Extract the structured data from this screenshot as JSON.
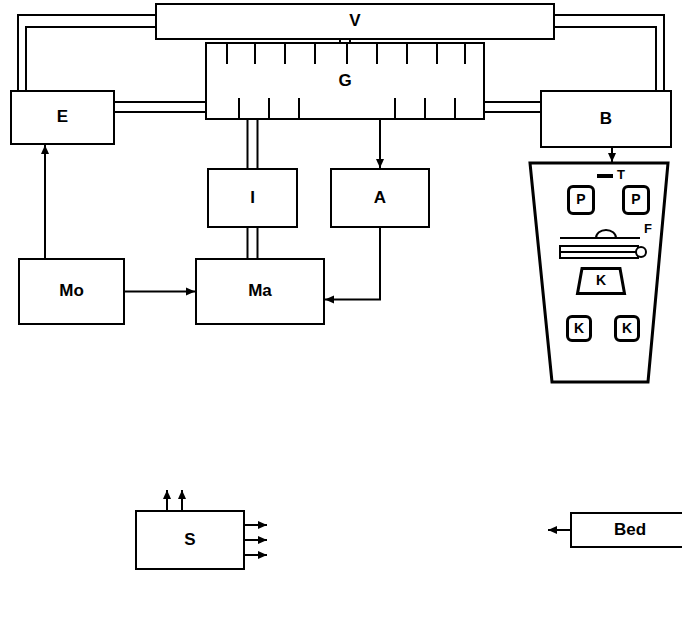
{
  "diagram": {
    "nodes": [
      {
        "text": [
          "V"
        ]
      },
      {
        "text": [
          "E"
        ]
      },
      {
        "text": [
          "G"
        ]
      },
      {
        "text": [
          "B"
        ]
      },
      {
        "text": [
          "P"
        ]
      },
      {
        "text": [
          "P"
        ]
      },
      {
        "text": [
          "I"
        ]
      },
      {
        "text": [
          "A"
        ]
      },
      {
        "text": [
          "K"
        ]
      },
      {
        "text": [
          "Mo"
        ]
      },
      {
        "text": [
          "Ma"
        ]
      },
      {
        "text": [
          "K"
        ]
      },
      {
        "text": [
          "K"
        ]
      },
      {
        "text": [
          "S"
        ]
      },
      {
        "text": [
          "Bed"
        ]
      }
    ],
    "edges": [
      {
        "from": 1,
        "to": 0,
        "arrow": "none"
      },
      {
        "from": 3,
        "to": 0,
        "arrow": "none"
      },
      {
        "from": 0,
        "to": 2,
        "arrow": "none"
      },
      {
        "from": 1,
        "to": 2,
        "arrow": "none"
      },
      {
        "from": 2,
        "to": 3,
        "arrow": "none"
      },
      {
        "from": 2,
        "to": 6,
        "arrow": "none"
      },
      {
        "from": 6,
        "to": 10,
        "arrow": "none"
      },
      {
        "from": 2,
        "to": 7,
        "arrow": "to"
      },
      {
        "from": 7,
        "to": 10,
        "arrow": "to"
      },
      {
        "from": 9,
        "to": 1,
        "arrow": "to"
      },
      {
        "from": 9,
        "to": 10,
        "arrow": "to"
      }
    ],
    "labels": [
      "T",
      "F"
    ]
  }
}
